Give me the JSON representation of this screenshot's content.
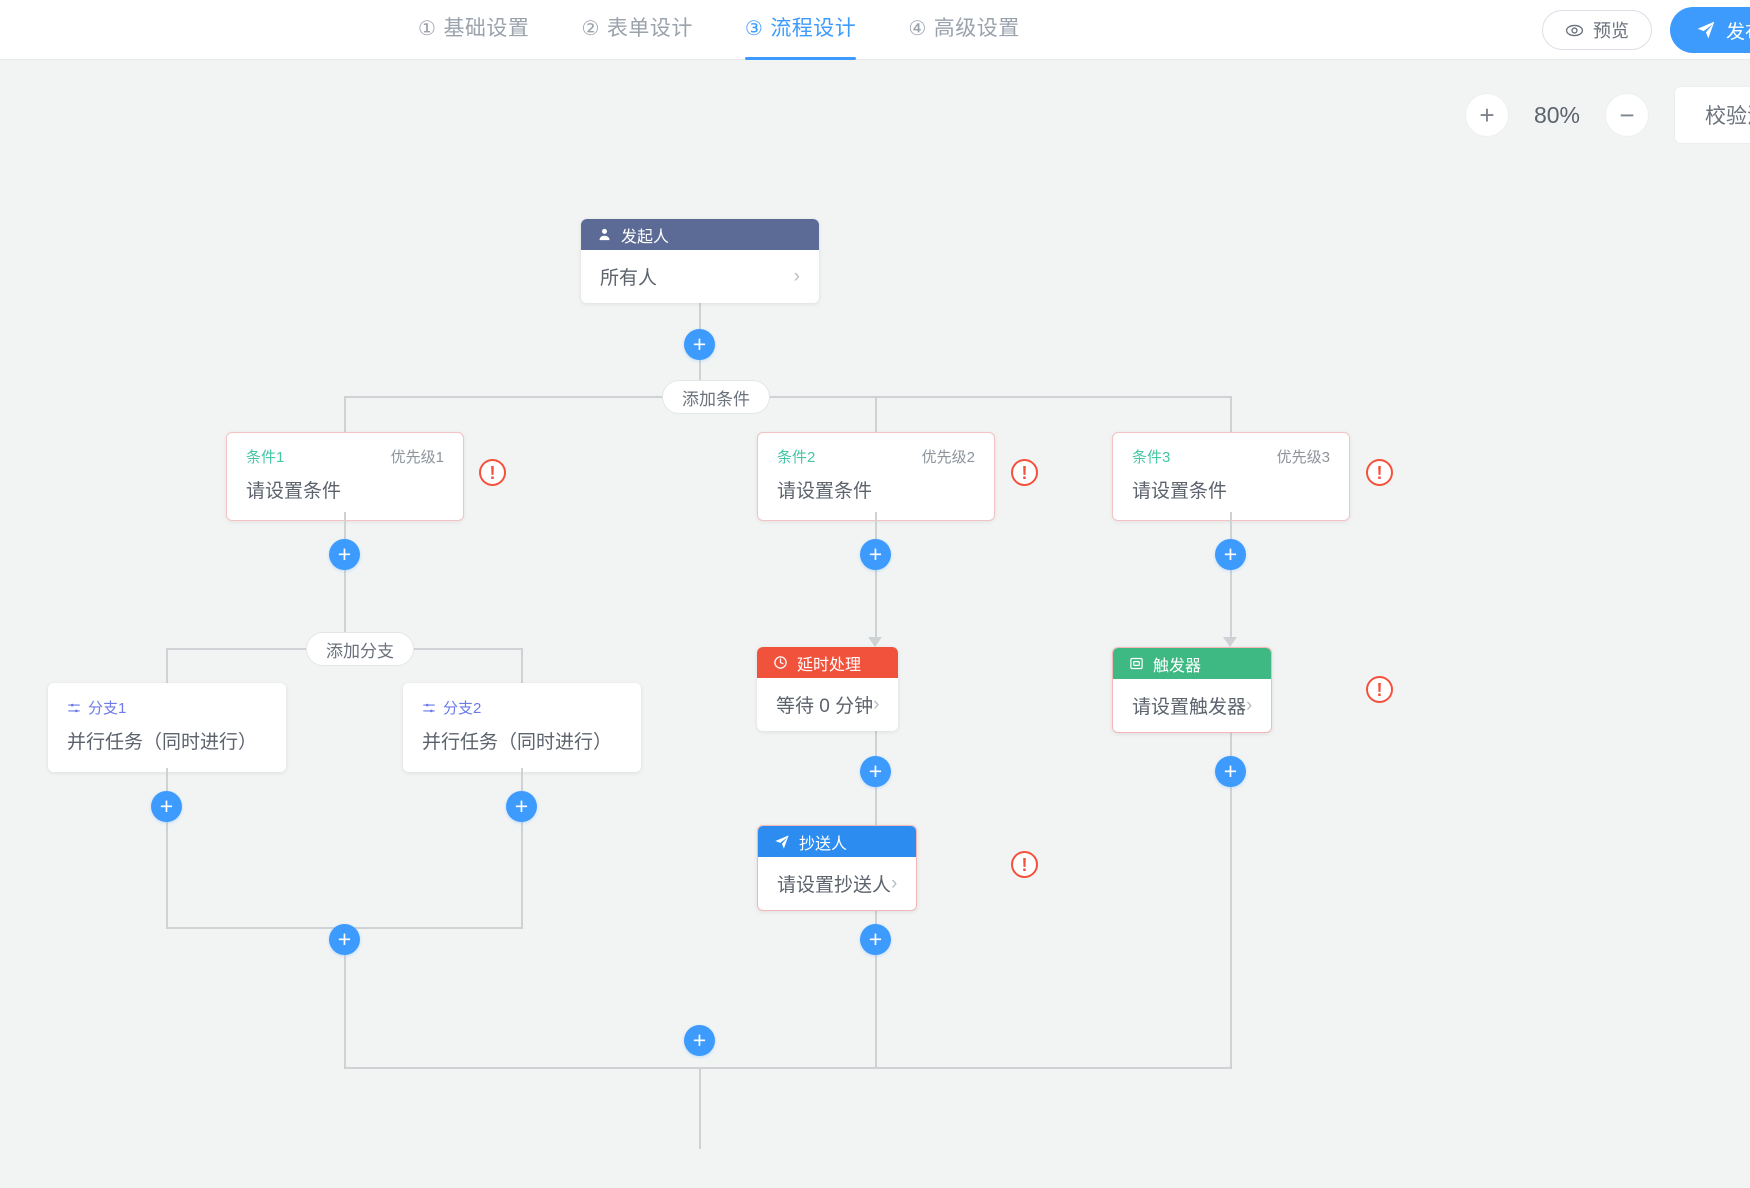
{
  "header": {
    "steps": [
      {
        "num": "①",
        "label": "基础设置",
        "active": false
      },
      {
        "num": "②",
        "label": "表单设计",
        "active": false
      },
      {
        "num": "③",
        "label": "流程设计",
        "active": true
      },
      {
        "num": "④",
        "label": "高级设置",
        "active": false
      }
    ],
    "preview_label": "预览",
    "publish_label": "发布",
    "preview_icon": "eye-icon",
    "publish_icon": "send-icon"
  },
  "toolbar": {
    "zoom_in": "+",
    "zoom_out": "−",
    "zoom_level": "80%",
    "validate_label": "校验流程"
  },
  "colors": {
    "accent": "#3d9bfd",
    "initiator": "#5b6b96",
    "delay": "#f0523c",
    "cc": "#2d8cf0",
    "trigger": "#3fb983",
    "condition_name": "#45c6a4",
    "branch_name": "#6b7ae8",
    "error": "#f5503c",
    "canvas_bg": "#f2f4f4",
    "connector": "#cfd2d4"
  },
  "flow": {
    "initiator": {
      "title": "发起人",
      "icon": "user-icon",
      "value": "所有人",
      "chevron": "›"
    },
    "add_condition_label": "添加条件",
    "add_branch_label": "添加分支",
    "plus_label": "+",
    "warning_glyph": "!",
    "conditions": [
      {
        "name": "条件1",
        "priority": "优先级1",
        "value": "请设置条件"
      },
      {
        "name": "条件2",
        "priority": "优先级2",
        "value": "请设置条件"
      },
      {
        "name": "条件3",
        "priority": "优先级3",
        "value": "请设置条件"
      }
    ],
    "branches": [
      {
        "name": "分支1",
        "icon": "filter-icon",
        "value": "并行任务（同时进行）"
      },
      {
        "name": "分支2",
        "icon": "filter-icon",
        "value": "并行任务（同时进行）"
      }
    ],
    "delay": {
      "title": "延时处理",
      "icon": "clock-icon",
      "value": "等待 0 分钟",
      "chevron": "›"
    },
    "cc": {
      "title": "抄送人",
      "icon": "send-icon",
      "value": "请设置抄送人",
      "chevron": "›"
    },
    "trigger": {
      "title": "触发器",
      "icon": "trigger-icon",
      "value": "请设置触发器",
      "chevron": "›"
    }
  }
}
